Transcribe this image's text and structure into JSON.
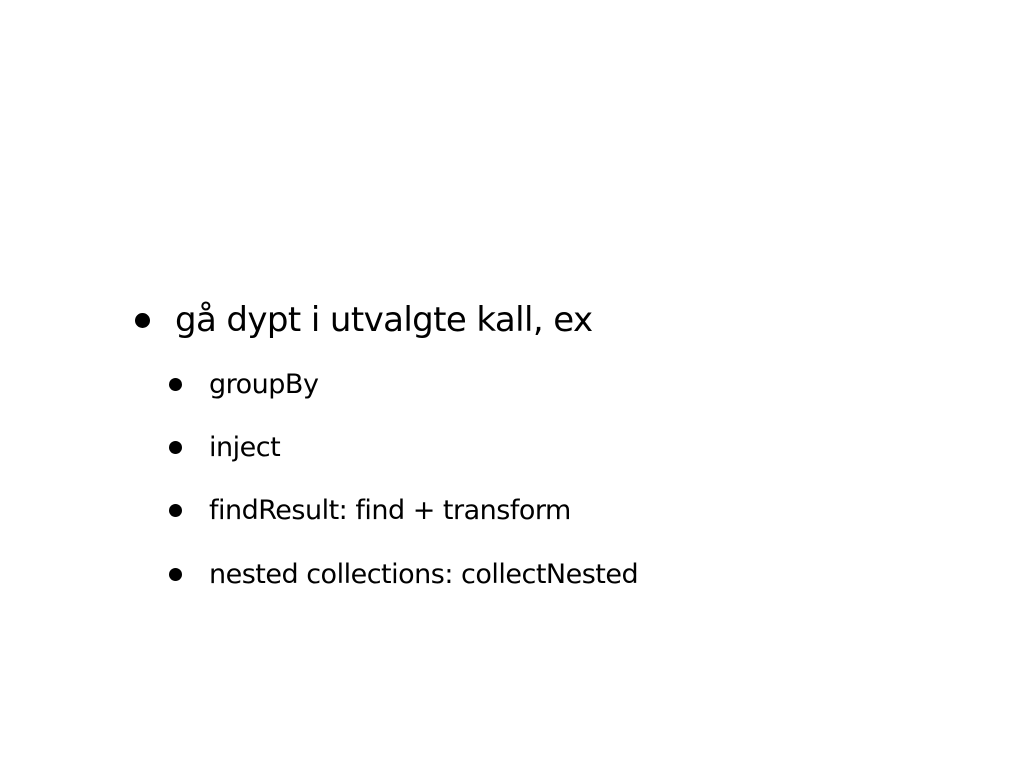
{
  "slide": {
    "bullets": [
      {
        "text": "gå dypt i utvalgte kall, ex",
        "children": [
          {
            "text": "groupBy"
          },
          {
            "text": "inject"
          },
          {
            "text": "findResult: find + transform"
          },
          {
            "text": "nested collections: collectNested"
          }
        ]
      }
    ]
  }
}
